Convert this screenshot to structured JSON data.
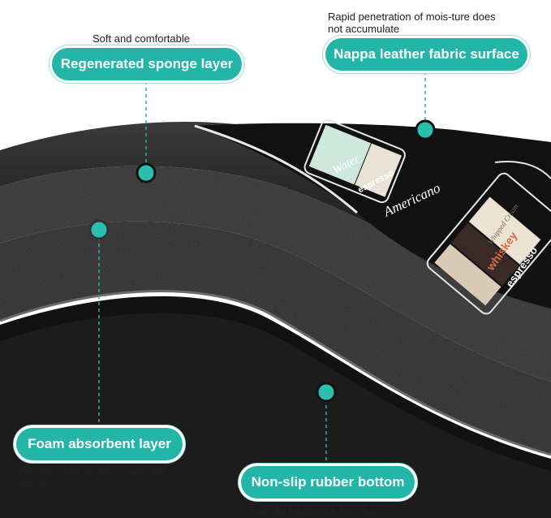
{
  "callouts": {
    "sponge": {
      "label": "Regenerated sponge layer",
      "caption": "Soft and comfortable"
    },
    "nappa": {
      "label": "Nappa leather fabric surface",
      "caption_line1": "Rapid penetration of mois-ture does",
      "caption_line2": "not accumulate"
    },
    "foam": {
      "label": "Foam absorbent layer",
      "caption_line1": "Absorb instantly and evaporate",
      "caption_line2": "quickly"
    },
    "rubber": {
      "label": "Non-slip rubber bottom",
      "caption": "Anti-slip texture for firm grip"
    }
  },
  "mat_print": {
    "words": [
      "Water",
      "espresso",
      "Americano",
      "Whipped Cream",
      "whiskey",
      "espresso"
    ]
  },
  "colors": {
    "accent": "#23b6a8",
    "accent_dot": "#2bbfae",
    "mat_black": "#161616",
    "sponge_grey": "#2f2f2f"
  }
}
